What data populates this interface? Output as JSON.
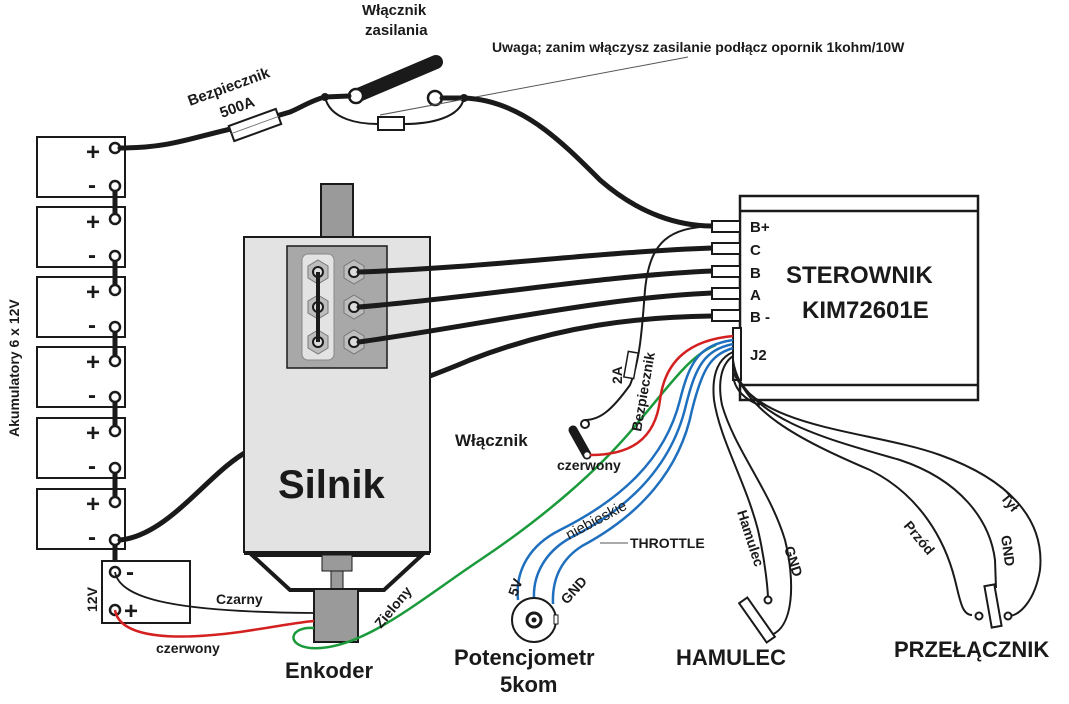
{
  "title": "Schemat połączeń sterownika silnika",
  "colors": {
    "wire_black": "#1a1a1a",
    "wire_red": "#d42020",
    "wire_green": "#1a9a3a",
    "wire_blue": "#1f6fbf",
    "motor_body": "#e3e3e3",
    "motor_panel": "#a8a8a8",
    "shaft": "#9a9a9a"
  },
  "power_switch": {
    "label_line1": "Włącznik",
    "label_line2": "zasilania",
    "note": "Uwaga; zanim włączysz zasilanie podłącz opornik 1kohm/10W"
  },
  "main_fuse": {
    "label_line1": "Bezpiecznik",
    "label_line2": "500A"
  },
  "battery_pack": {
    "label": "Akumulatory 6 x 12V",
    "count": 6,
    "plus_symbol": "+",
    "minus_symbol": "-"
  },
  "aux_battery": {
    "label": "12V",
    "plus_symbol": "+",
    "minus_symbol": "-"
  },
  "motor": {
    "label": "Silnik"
  },
  "encoder": {
    "label": "Enkoder",
    "wires": {
      "black": "Czarny",
      "red": "czerwony",
      "green": "Zielony"
    }
  },
  "controller": {
    "title": "STEROWNIK",
    "model": "KIM72601E",
    "pins": [
      "B+",
      "C",
      "B",
      "A",
      "B -"
    ],
    "connector": "J2"
  },
  "key_switch": {
    "label": "Włącznik",
    "wire_label": "czerwony",
    "fuse_label": "Bezpiecznik",
    "fuse_rating": "2A"
  },
  "throttle": {
    "wire_group_label": "niebieskie",
    "callout": "THROTTLE",
    "pins": [
      "5V",
      "GND"
    ],
    "device_line1": "Potencjometr",
    "device_line2": "5kom"
  },
  "brake": {
    "wire_labels": [
      "Hamulec",
      "GND"
    ],
    "device_label": "HAMULEC"
  },
  "direction_switch": {
    "wire_labels": [
      "Przód",
      "GND",
      "Tył"
    ],
    "device_label": "PRZEŁĄCZNIK"
  }
}
